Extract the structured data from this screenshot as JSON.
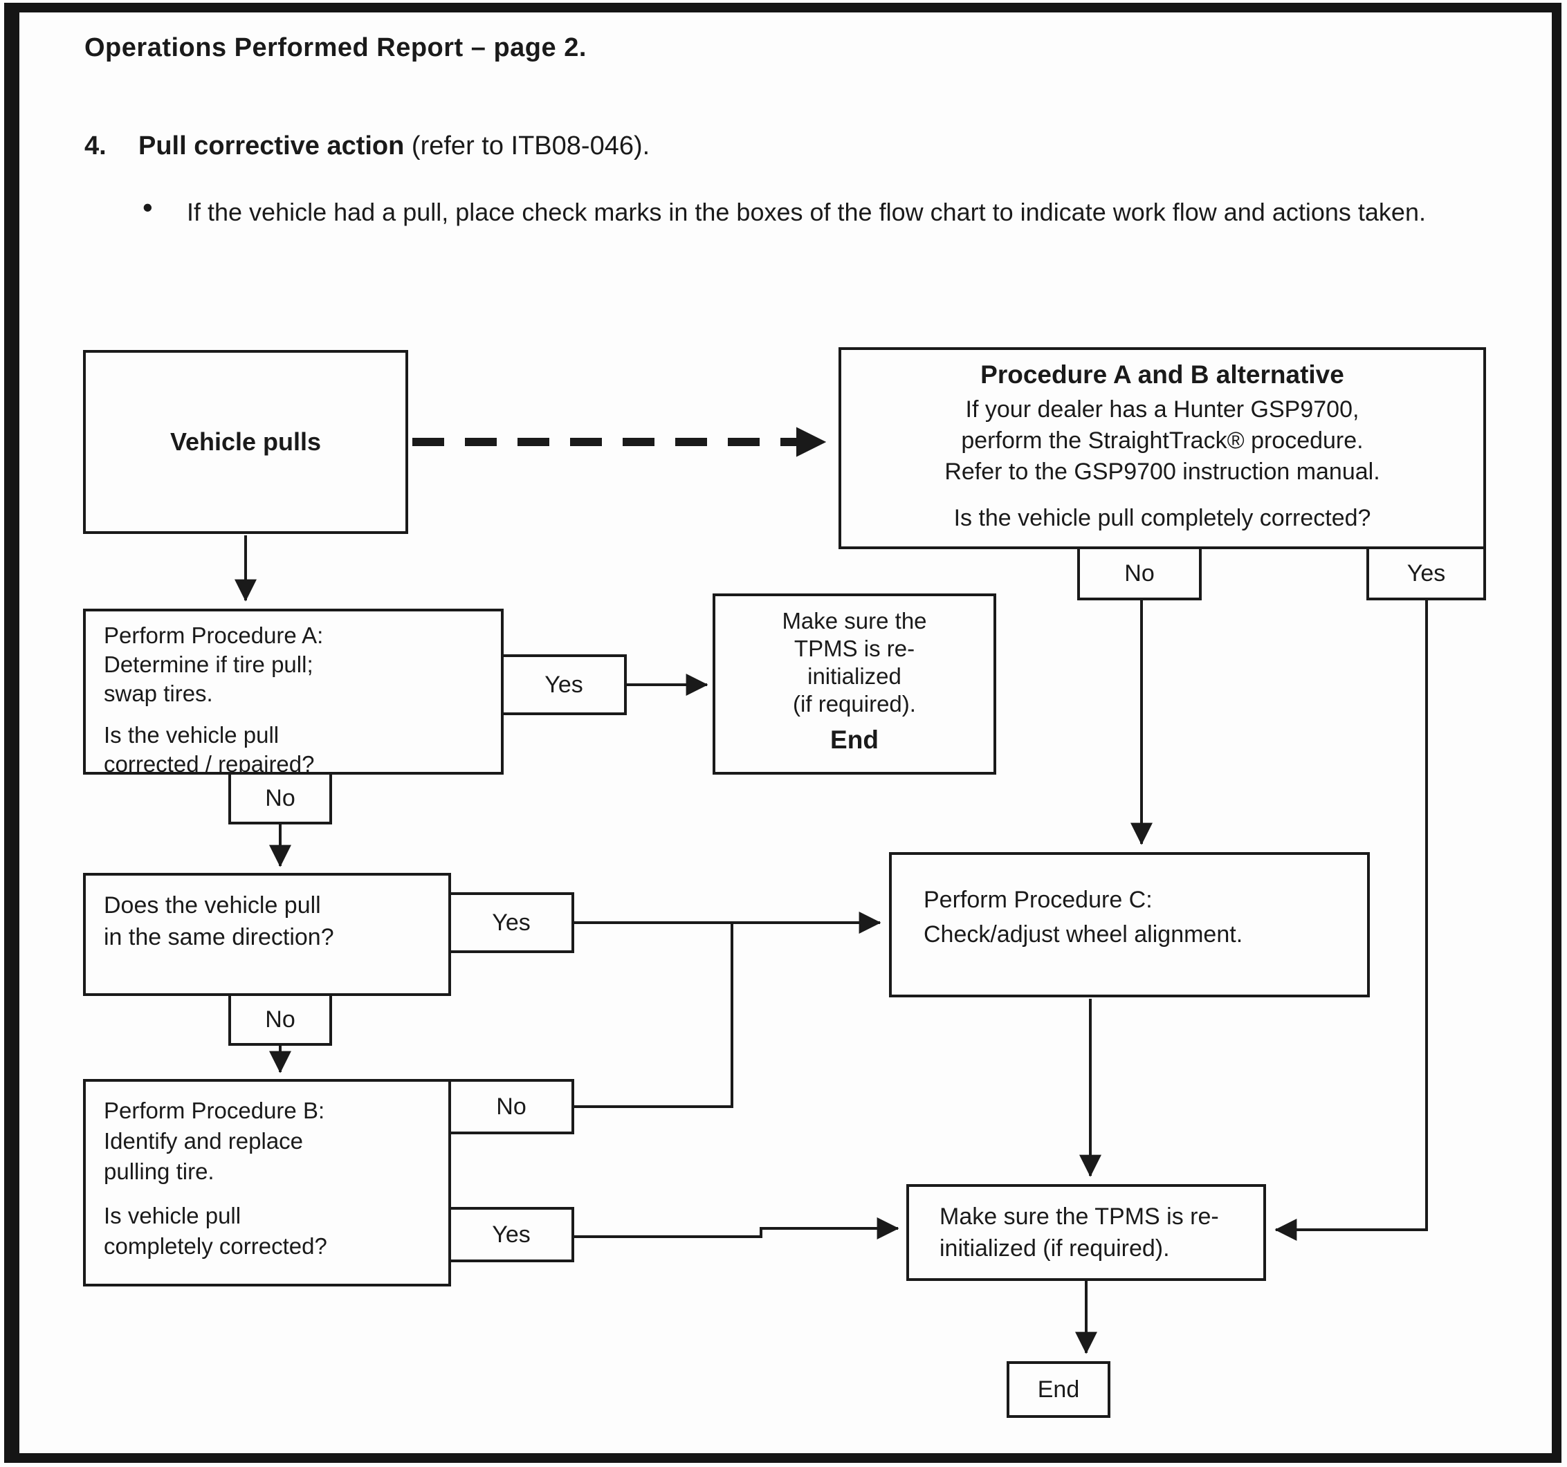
{
  "header": {
    "title": "Operations Performed Report – page 2.",
    "item_number": "4.",
    "item_title": "Pull corrective action",
    "item_ref": " (refer to ITB08-046)."
  },
  "bullet": {
    "marker": "•",
    "text": "If the vehicle had a pull, place check marks in the boxes of the flow chart to indicate work flow and actions taken."
  },
  "flowchart": {
    "vehicle": {
      "label": "Vehicle pulls"
    },
    "alternative": {
      "title": "Procedure A and B alternative",
      "line1": "If your dealer has a Hunter GSP9700,",
      "line2": "perform the StraightTrack® procedure.",
      "line3": "Refer to the GSP9700 instruction manual.",
      "question": "Is the vehicle pull completely corrected?",
      "no": "No",
      "yes": "Yes"
    },
    "procedure_a": {
      "line1": "Perform Procedure A:",
      "line2": "Determine if tire pull;",
      "line3": "swap tires.",
      "q1": "Is the vehicle pull",
      "q2": "corrected / repaired?",
      "yes": "Yes",
      "no": "No"
    },
    "tpms_mid": {
      "line1": "Make sure the",
      "line2": "TPMS is re-",
      "line3": "initialized",
      "line4": "(if required).",
      "end": "End"
    },
    "same_direction": {
      "line1": "Does the vehicle pull",
      "line2": "in the same direction?",
      "yes": "Yes",
      "no": "No"
    },
    "procedure_b": {
      "line1": "Perform Procedure B:",
      "line2": "Identify and replace",
      "line3": "pulling tire.",
      "q1": "Is vehicle pull",
      "q2": "completely corrected?",
      "no": "No",
      "yes": "Yes"
    },
    "procedure_c": {
      "line1": "Perform Procedure C:",
      "line2": "Check/adjust wheel alignment."
    },
    "tpms_end": {
      "line1": "Make sure the TPMS is re-",
      "line2": "initialized (if required)."
    },
    "end": {
      "label": "End"
    }
  },
  "colors": {
    "ink": "#1a1a1a",
    "page": "#fdfdfd"
  }
}
